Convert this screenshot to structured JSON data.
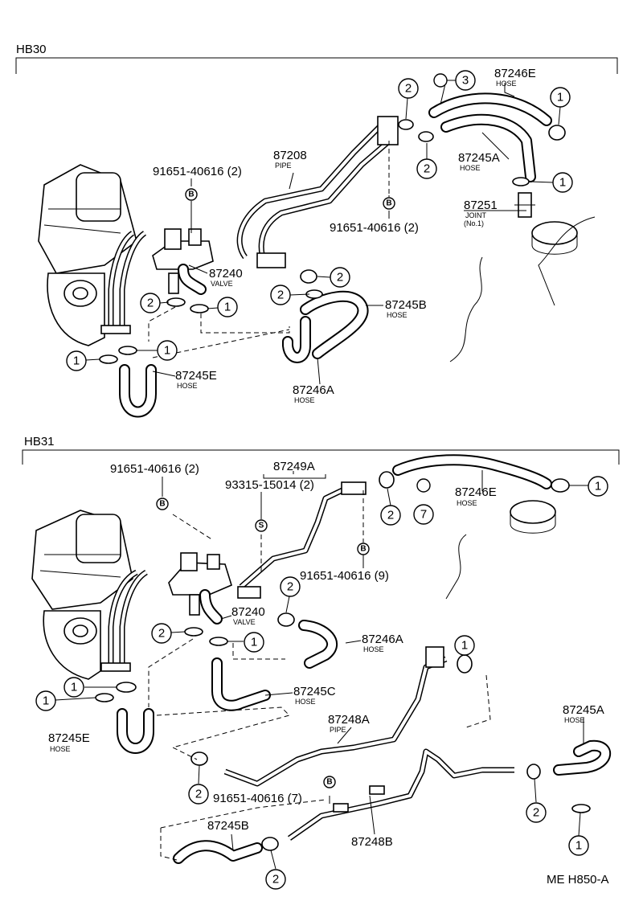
{
  "sections": {
    "hb30": "HB30",
    "hb31": "HB31"
  },
  "hb30": {
    "p87246E": "87246E",
    "p87246E_sub": "HOSE",
    "p87245A": "87245A",
    "p87245A_sub": "HOSE",
    "p87251": "87251",
    "p87251_sub1": "JOINT",
    "p87251_sub2": "(No.1)",
    "p87208": "87208",
    "p87208_sub": "PIPE",
    "bolt_left": "91651-40616 (2)",
    "bolt_right": "91651-40616 (2)",
    "p87240": "87240",
    "p87240_sub": "VALVE",
    "p87245B": "87245B",
    "p87245B_sub": "HOSE",
    "p87245E": "87245E",
    "p87245E_sub": "HOSE",
    "p87246A": "87246A",
    "p87246A_sub": "HOSE"
  },
  "hb31": {
    "p87249A": "87249A",
    "bolt_top": "91651-40616 (2)",
    "stud": "93315-15014 (2)",
    "p87246E": "87246E",
    "p87246E_sub": "HOSE",
    "bolt_mid": "91651-40616 (9)",
    "p87240": "87240",
    "p87240_sub": "VALVE",
    "p87246A": "87246A",
    "p87246A_sub": "HOSE",
    "p87245C": "87245C",
    "p87245C_sub": "HOSE",
    "p87245E": "87245E",
    "p87245E_sub": "HOSE",
    "p87248A": "87248A",
    "p87248A_sub": "PIPE",
    "p87245A": "87245A",
    "p87245A_sub": "HOSE",
    "bolt_low": "91651-40616 (7)",
    "p87245B": "87245B",
    "p87248B": "87248B"
  },
  "callouts": {
    "one": "1",
    "two": "2",
    "three": "3",
    "seven": "7",
    "B": "B",
    "S": "S"
  },
  "figure_code": "ME H850-A"
}
